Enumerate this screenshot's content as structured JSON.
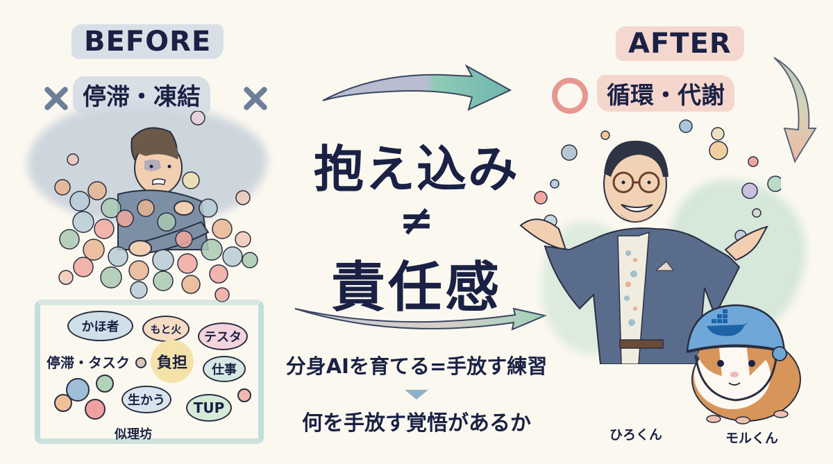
{
  "before": {
    "label": "BEFORE",
    "subtitle": "停滞・凍結",
    "mark": "x-mark",
    "bubbles": [
      {
        "text": "かほ者",
        "color": "#cfe0e8"
      },
      {
        "text": "もと火",
        "color": "#f6dcc4"
      },
      {
        "text": "テスタ",
        "color": "#f3d4dc"
      },
      {
        "text": "負担",
        "color": "#f5e2a8"
      },
      {
        "text": "仕事",
        "color": "#d6e8e6"
      },
      {
        "text": "生かう",
        "color": "#d9e5ee"
      },
      {
        "text": "TUP",
        "color": "#d6ead9"
      }
    ],
    "plain_texts": [
      "停滞・タスク",
      "似理坊"
    ]
  },
  "after": {
    "label": "AFTER",
    "subtitle": "循環・代謝",
    "mark": "circle-mark"
  },
  "center": {
    "headline_top": "抱え込み",
    "neq": "≠",
    "headline_bottom": "責任感",
    "sub1": "分身AIを育てる=手放す練習",
    "sub2": "何を手放す覚悟があるか"
  },
  "characters": {
    "man_name": "ひろくん",
    "guinea_pig_name": "モルくん"
  },
  "colors": {
    "background": "#fbf8f0",
    "text": "#1a2144",
    "before_tint": "#d9dfe6",
    "after_tint": "#f4d8cf",
    "circle_mark": "#e69890",
    "x_mark": "#6d7f98"
  }
}
